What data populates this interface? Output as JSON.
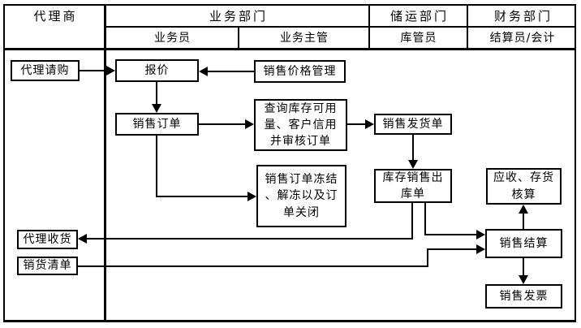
{
  "header": {
    "lanes": [
      {
        "label": "代理商",
        "subs": []
      },
      {
        "label": "业务部门",
        "subs": [
          "业务员",
          "业务主管"
        ]
      },
      {
        "label": "储运部门",
        "subs": [
          "库管员"
        ]
      },
      {
        "label": "财务部门",
        "subs": [
          "结算员/会计"
        ]
      }
    ]
  },
  "nodes": {
    "agent_request": "代理请购",
    "quote": "报价",
    "price_mgmt": "销售价格管理",
    "sales_order": "销售订单",
    "check_stock": "查询库存可用\n量、客户信用\n并审核订单",
    "delivery_note": "销售发货单",
    "order_freeze": "销售订单冻结\n、解冻以及订\n单关闭",
    "outbound": "库存销售出\n库单",
    "ar_inventory": "应收、存货\n核算",
    "settlement": "销售结算",
    "invoice": "销售发票",
    "agent_receipt": "代理收货",
    "sales_list": "销货清单"
  },
  "colors": {
    "line": "#000000",
    "background": "#ffffff"
  }
}
